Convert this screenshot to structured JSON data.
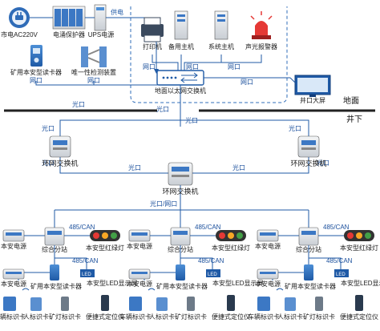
{
  "top": {
    "power": "市电AC220V",
    "power_protector": "电涌保护器",
    "ups": "UPS电源",
    "power_supply": "供电",
    "printer": "打印机",
    "backup_host": "备用主机",
    "system_host": "系统主机",
    "alarm": "声光报警器",
    "card_reader": "矿用本安型读卡器",
    "unique_detector": "唯一性检测装置",
    "net_port_left": "网口",
    "net_port_mid": "网口",
    "net_port_top_1": "网口",
    "net_port_top_2": "网口",
    "net_port_top_3": "网口",
    "net_port_right": "网口",
    "ground_switch": "地面以太网交换机",
    "well_screen": "井口大屏"
  },
  "zones": {
    "above": "地面",
    "below": "井下"
  },
  "ring": {
    "fiber_left": "光口",
    "fiber_center": "光口",
    "fiber_left_2": "光口",
    "fiber_right_2": "光口",
    "fiber_center_2": "光口",
    "fiber_left_3": "光口",
    "fiber_right_3": "光口",
    "fiber_bottom_left": "光口",
    "fiber_bottom_right": "光口",
    "switch_left": "环网交换机",
    "switch_right": "环网交换机",
    "switch_center": "环网交换机",
    "fiber_net": "光口/网口"
  },
  "branch": {
    "can": "485/CAN",
    "power": "本安电源",
    "substation": "综合分站",
    "traffic_light": "本安型红绿灯",
    "led_box": "LED",
    "led_screen": "本安型LED显示屏",
    "reader": "矿用本安型读卡器",
    "vehicle_card": "车辆标识卡",
    "person_card": "人标识卡",
    "lamp_card": "矿灯标识卡",
    "locator": "便捷式定位仪"
  },
  "colors": {
    "line": "#1f5aa6",
    "device": "#2f6cb8",
    "red": "#e53935",
    "amber": "#f9a825",
    "green": "#43a047"
  }
}
